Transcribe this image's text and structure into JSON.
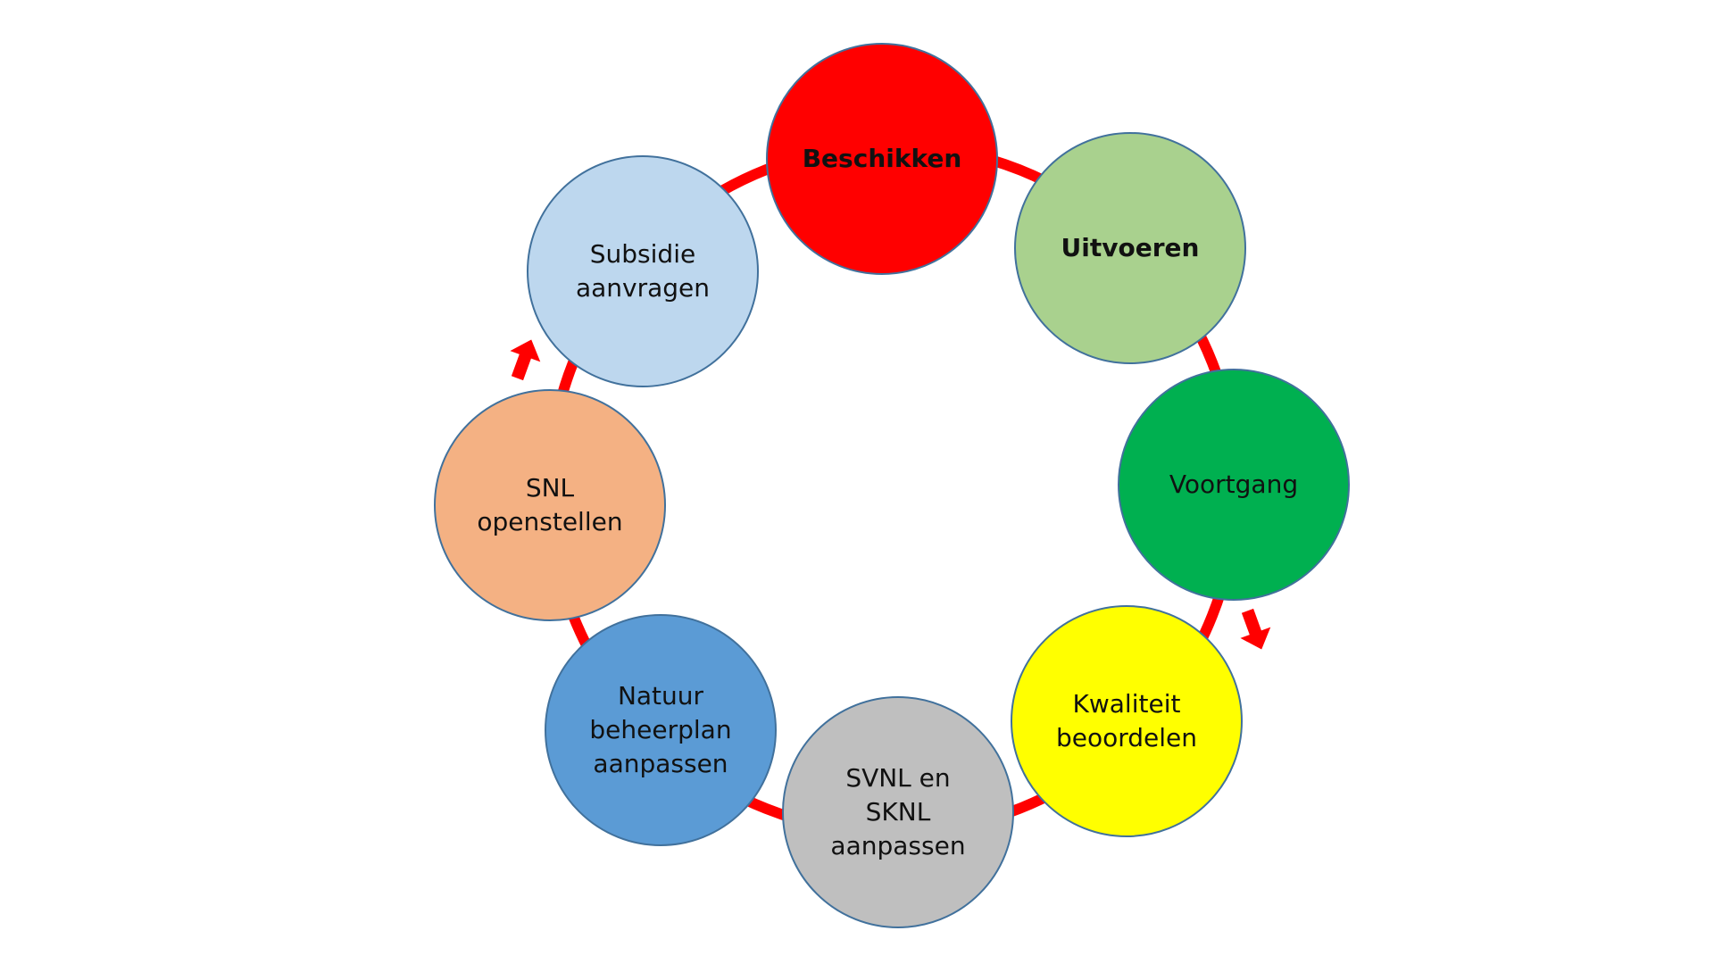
{
  "diagram": {
    "ring_color": "#ff0000",
    "arrow_color": "#ff0000",
    "border_color": "#41719c",
    "nodes": [
      {
        "id": "beschikken",
        "label": "Beschikken",
        "color": "#ff0000",
        "bold": true
      },
      {
        "id": "uitvoeren",
        "label": "Uitvoeren",
        "color": "#a9d18e",
        "bold": true
      },
      {
        "id": "voortgang",
        "label": "Voortgang",
        "color": "#00b050",
        "bold": false
      },
      {
        "id": "kwaliteit-beoordelen",
        "label": "Kwaliteit\nbeoordelen",
        "color": "#ffff00",
        "bold": false
      },
      {
        "id": "svnl-en-sknl-aanpassen",
        "label": "SVNL en\nSKNL\naanpassen",
        "color": "#bfbfbf",
        "bold": false
      },
      {
        "id": "natuur-beheerplan-aanpassen",
        "label": "Natuur\nbeheerplan\naanpassen",
        "color": "#5b9bd5",
        "bold": false
      },
      {
        "id": "snl-openstellen",
        "label": "SNL\nopenstellen",
        "color": "#f4b183",
        "bold": false
      },
      {
        "id": "subsidie-aanvragen",
        "label": "Subsidie\naanvragen",
        "color": "#bdd7ee",
        "bold": false
      }
    ],
    "arrows": [
      {
        "id": "arrow-down-right",
        "direction": "down"
      },
      {
        "id": "arrow-up-left",
        "direction": "up"
      }
    ]
  }
}
